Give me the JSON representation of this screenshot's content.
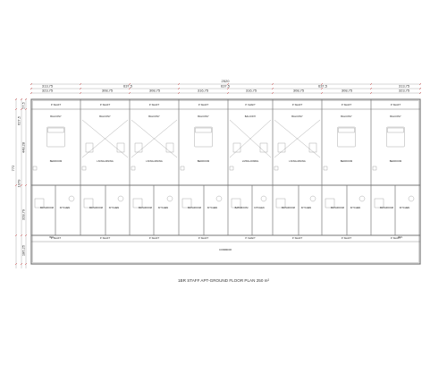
{
  "caption": "1BR STAFF APT-GROUND FLOOR PLAN 250 m²",
  "dims": {
    "overall": "2520",
    "top_row": [
      "313,75",
      "637,5",
      "637,5",
      "637,5",
      "313,75"
    ],
    "second_row": [
      "323,75",
      "308,75",
      "308,75",
      "316,75",
      "316,75",
      "308,75",
      "308,75",
      "323,75"
    ],
    "left_col": [
      "27,5",
      "627,5",
      "448,28",
      "772",
      "1079",
      "328,79",
      "186,25"
    ]
  },
  "rooms": {
    "bedroom": "BEDROOM",
    "balcony": "BALCONY",
    "living_dining": "LIVING-DINING",
    "kitchen": "KITCHEN",
    "bathroom": "BATHROOM",
    "corridor": "CORRIDOR",
    "pshaft": "P. SHAFT",
    "wc": "W.C."
  },
  "colors": {
    "line": "#9a9a9a",
    "ink": "#555555",
    "wall": "#777777",
    "accent": "#cc3333"
  }
}
